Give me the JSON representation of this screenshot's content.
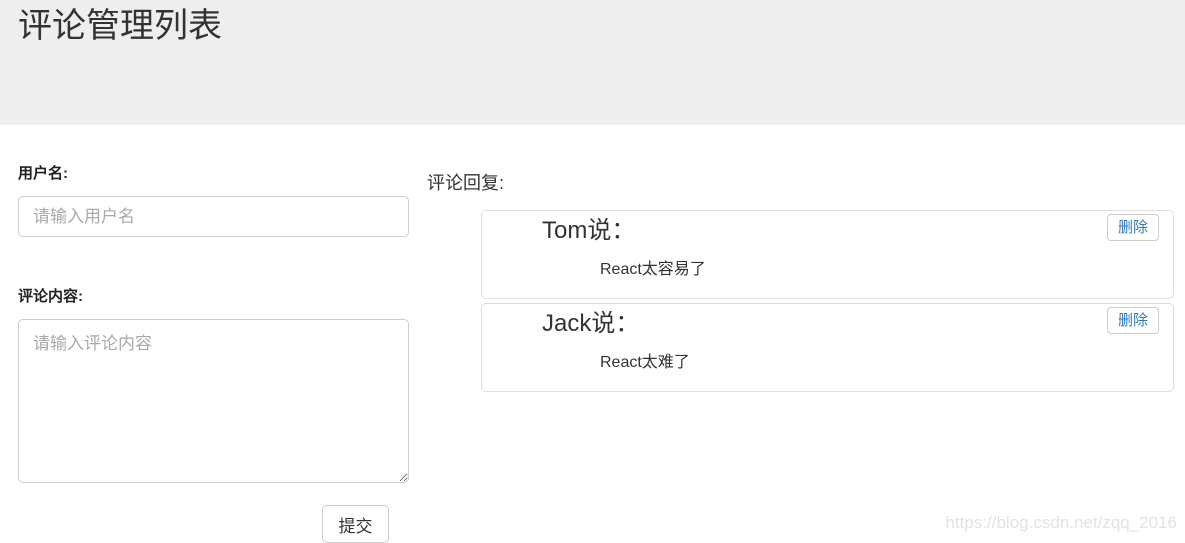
{
  "header": {
    "title": "评论管理列表"
  },
  "form": {
    "username": {
      "label": "用户名:",
      "placeholder": "请输入用户名",
      "value": ""
    },
    "content": {
      "label": "评论内容:",
      "placeholder": "请输入评论内容",
      "value": ""
    },
    "submit_label": "提交"
  },
  "replies": {
    "section_label": "评论回复:",
    "items": [
      {
        "author": "Tom说：",
        "content": "React太容易了",
        "delete_label": "删除"
      },
      {
        "author": "Jack说：",
        "content": "React太难了",
        "delete_label": "删除"
      }
    ]
  },
  "watermark": "https://blog.csdn.net/zqq_2016",
  "colors": {
    "header_bg": "#eeeeee",
    "title_text": "#333333",
    "input_border": "#cccccc",
    "panel_border": "#dddddd",
    "delete_text": "#337ab7",
    "placeholder_text": "#a9a9a9",
    "watermark_text": "#e2e2e2"
  }
}
